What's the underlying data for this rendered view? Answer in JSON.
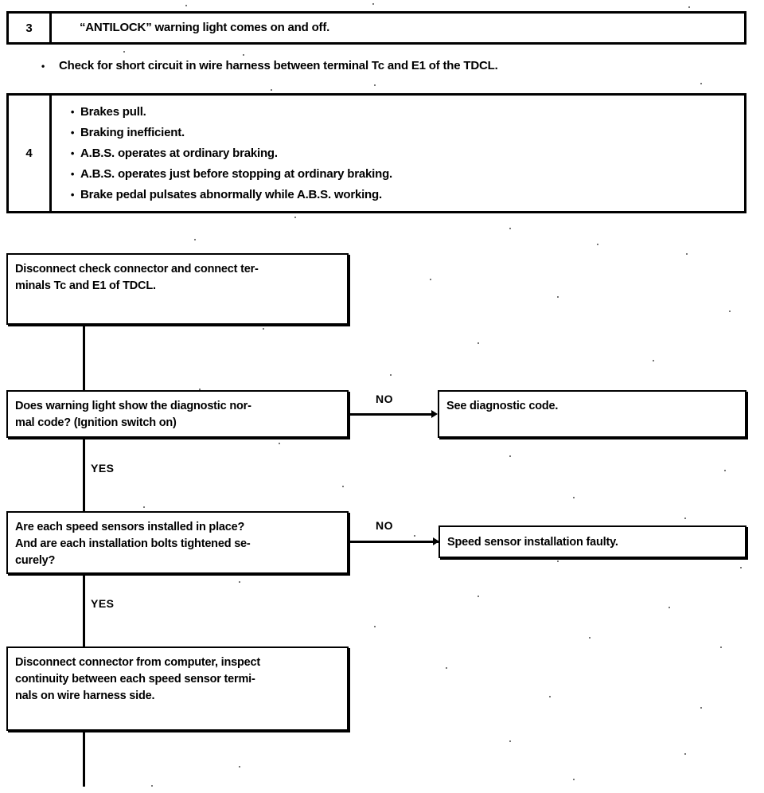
{
  "document": {
    "type": "abs-troubleshooting-flowchart"
  },
  "symptom_tables": [
    {
      "number": "3",
      "lines": [
        "“ANTILOCK” warning light comes on and off."
      ],
      "bulleted": false
    },
    {
      "number": "4",
      "lines": [
        "Brakes pull.",
        "Braking inefficient.",
        "A.B.S. operates at ordinary braking.",
        "A.B.S. operates just before stopping at ordinary braking.",
        "Brake pedal pulsates abnormally while A.B.S. working."
      ],
      "bulleted": true
    }
  ],
  "note": {
    "bullet": "•",
    "text": "Check for short circuit in wire harness between terminal Tc and E1 of the TDCL."
  },
  "flowchart": {
    "boxes": [
      {
        "id": "step-1",
        "lines": [
          "Disconnect check connector and connect ter-",
          "minals Tc and E1 of TDCL."
        ]
      },
      {
        "id": "decision-1",
        "lines": [
          "Does warning light show the diagnostic nor-",
          "mal code? (Ignition switch on)"
        ]
      },
      {
        "id": "result-1",
        "lines": [
          "See diagnostic code."
        ]
      },
      {
        "id": "decision-2",
        "lines": [
          "Are each speed sensors installed in place?",
          "And are each installation bolts tightened se-",
          "curely?"
        ]
      },
      {
        "id": "result-2",
        "lines": [
          "Speed sensor installation faulty."
        ]
      },
      {
        "id": "step-2",
        "lines": [
          "Disconnect connector from computer, inspect",
          "continuity between each speed sensor termi-",
          "nals on wire harness side."
        ]
      }
    ],
    "branch_labels": {
      "no_1": "NO",
      "yes_1": "YES",
      "no_2": "NO",
      "yes_2": "YES"
    }
  },
  "colors": {
    "ink": "#000000",
    "paper": "#ffffff"
  }
}
